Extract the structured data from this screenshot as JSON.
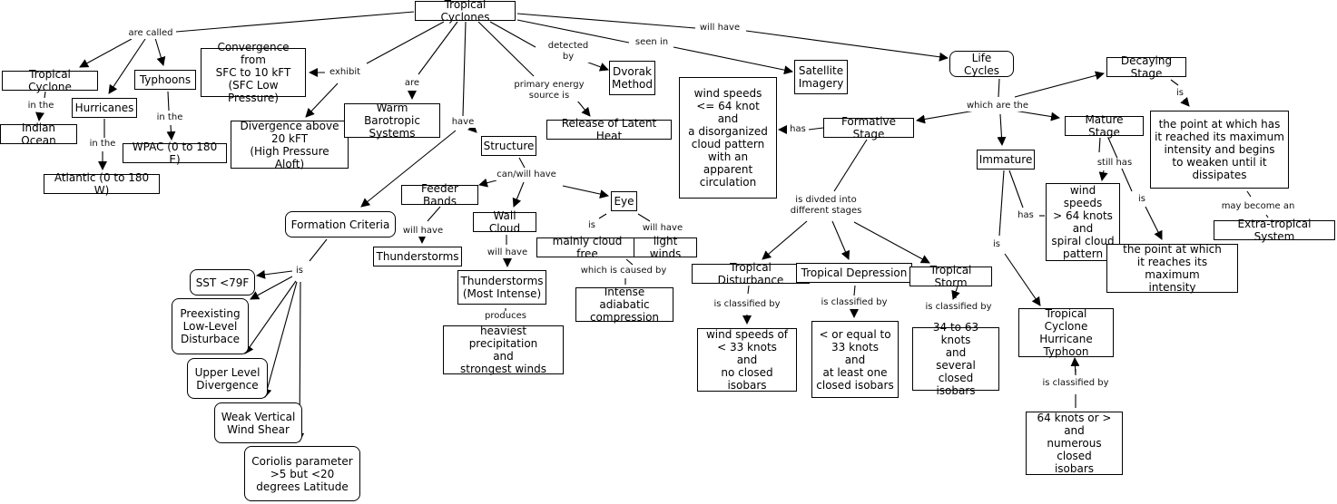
{
  "title": "Tropical Cyclones concept map",
  "colors": {
    "line": "#000000",
    "background": "#ffffff",
    "border": "#000000"
  },
  "nodes": {
    "tropical_cyclones": "Tropical Cyclones",
    "tropical_cyclone": "Tropical Cyclone",
    "hurricanes": "Hurricanes",
    "typhoons": "Typhoons",
    "indian_ocean": "Indian Ocean",
    "atlantic": "Atlantic (0 to 180 W)",
    "wpac": "WPAC (0 to 180 E)",
    "convergence": "Convergence from\nSFC to 10 kFT\n(SFC Low Pressure)",
    "divergence": "Divergence above\n20 kFT\n(High Pressure Aloft)",
    "warm_barotropic": "Warm Barotropic\nSystems",
    "dvorak": "Dvorak\nMethod",
    "latent_heat": "Release of Latent Heat",
    "satellite": "Satellite\nImagery",
    "life_cycles": "Life Cycles",
    "structure": "Structure",
    "feeder_bands": "Feeder Bands",
    "wall_cloud": "Wall Cloud",
    "eye": "Eye",
    "thunderstorms": "Thunderstorms",
    "thunderstorms_intense": "Thunderstorms\n(Most Intense)",
    "heaviest_precip": "heaviest precipitation\nand\nstrongest winds",
    "mainly_cloud_free": "mainly cloud free",
    "light_winds": "light winds",
    "adiabatic": "Intense adiabatic\ncompression",
    "formation_criteria": "Formation Criteria",
    "sst": "SST <79F",
    "preexisting": "Preexisting\nLow-Level\nDisturbace",
    "upper_div": "Upper Level\nDivergence",
    "weak_shear": "Weak Vertical\nWind Shear",
    "coriolis": "Coriolis parameter\n>5  but <20\ndegrees Latitude",
    "formative_desc": "wind speeds\n<= 64 knot\nand\na disorganized\ncloud pattern\nwith an apparent\ncirculation",
    "formative_stage": "Formative Stage",
    "tropical_disturbance": "Tropical Disturbance",
    "tropical_depression": "Tropical Depression",
    "tropical_storm": "Tropical Storm",
    "td_desc": "wind speeds of\n< 33 knots\nand\nno closed isobars",
    "tdep_desc": "< or equal to\n33 knots\nand\nat least one\nclosed isobars",
    "ts_desc": "34 to 63 knots\nand\nseveral closed\nisobars",
    "immature": "Immature",
    "mature_stage": "Mature Stage",
    "decaying_stage": "Decaying Stage",
    "mature_wind": "wind speeds\n> 64 knots\nand\nspiral cloud\npattern",
    "max_intensity": "the point at which\nit reaches its maximum\nintensity",
    "decay_desc": "the point at which has\nit reached its maximum\nintensity and begins\nto weaken until it\ndissipates",
    "extratropical": "Extra-tropical System",
    "tc_names": "Tropical Cyclone\nHurricane\nTyphoon",
    "hurricane_class": "64 knots or >\nand\nnumerous closed\nisobars"
  },
  "links": {
    "are_called": "are called",
    "in_the_1": "in the",
    "in_the_2": "in the",
    "in_the_3": "in the",
    "exhibit": "exhibit",
    "are": "are",
    "have": "have",
    "detected_by": "detected\nby",
    "primary_energy": "primary energy\nsource is",
    "seen_in": "seen in",
    "will_have_top": "will have",
    "can_will_have": "can/will have",
    "will_have_fb": "will have",
    "will_have_wc": "will have",
    "produces": "produces",
    "is_eye": "is",
    "will_have_eye": "will have",
    "caused_by": "which is caused by",
    "is_fc": "is",
    "which_are_the": "which are the",
    "has_formative": "has",
    "divided": "is divded into\ndifferent stages",
    "classified_td": "is classified by",
    "classified_tdep": "is classified by",
    "classified_ts": "is classified by",
    "still_has": "still has",
    "is_mature": "is",
    "is_decaying": "is",
    "may_become": "may become an",
    "has_immature": "has",
    "is_immature": "is",
    "classified_hurr": "is classified by"
  }
}
